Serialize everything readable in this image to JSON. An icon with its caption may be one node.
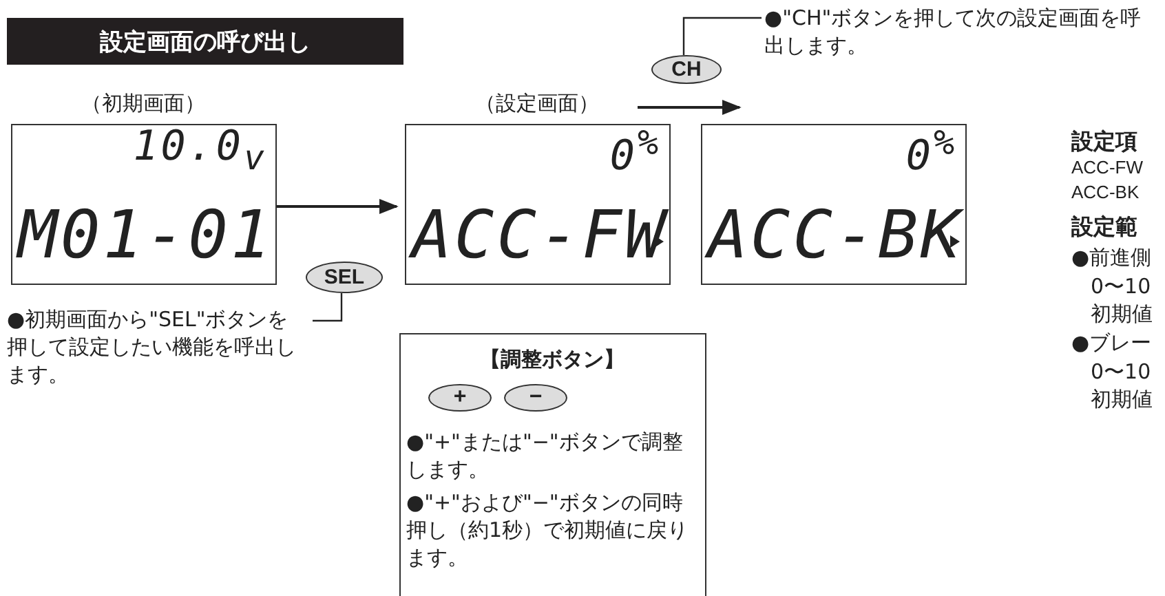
{
  "diagram": {
    "title": "設定画面の呼び出し",
    "nodes": [
      {
        "text": [
          "10.0$_{v}$",
          "M01-01"
        ],
        "beside": [
          "（初期画面）"
        ]
      },
      {
        "text": [
          "0$^{%}$",
          "ACC-FW"
        ],
        "beside": [
          "（設定画面）"
        ]
      },
      {
        "text": [
          "0$^{%}$",
          "ACC-BK"
        ]
      },
      {
        "text": [
          "SEL"
        ]
      },
      {
        "text": [
          "CH"
        ]
      },
      {
        "text": [
          "●初期画面から\"SEL\"ボタンを押して設定したい機能を呼出します。"
        ]
      },
      {
        "text": [
          "●\"CH\"ボタンを押して次の設定画面を呼出します。"
        ]
      },
      {
        "text": [
          "【調整ボタン】",
          "●\"+\"または\"−\"ボタンで調整します。",
          "●\"+\"および\"−\"ボタンの同時押し（約1秒）で初期値に戻ります。"
        ]
      },
      {
        "text": [
          "+"
        ],
        "in": 7
      },
      {
        "text": [
          "−"
        ],
        "in": 7
      }
    ],
    "edges": [
      {
        "from": 0,
        "to": 1,
        "arrow": "to"
      },
      {
        "from": 5,
        "to": 3,
        "arrow": "none"
      },
      {
        "from": 6,
        "to": 4,
        "arrow": "none"
      }
    ],
    "labels": [
      "設定項",
      "ACC-FW",
      "ACC-BK",
      "設定範",
      "●前進側",
      "0〜10",
      "初期値",
      "●ブレー",
      "0〜10",
      "初期値"
    ]
  }
}
